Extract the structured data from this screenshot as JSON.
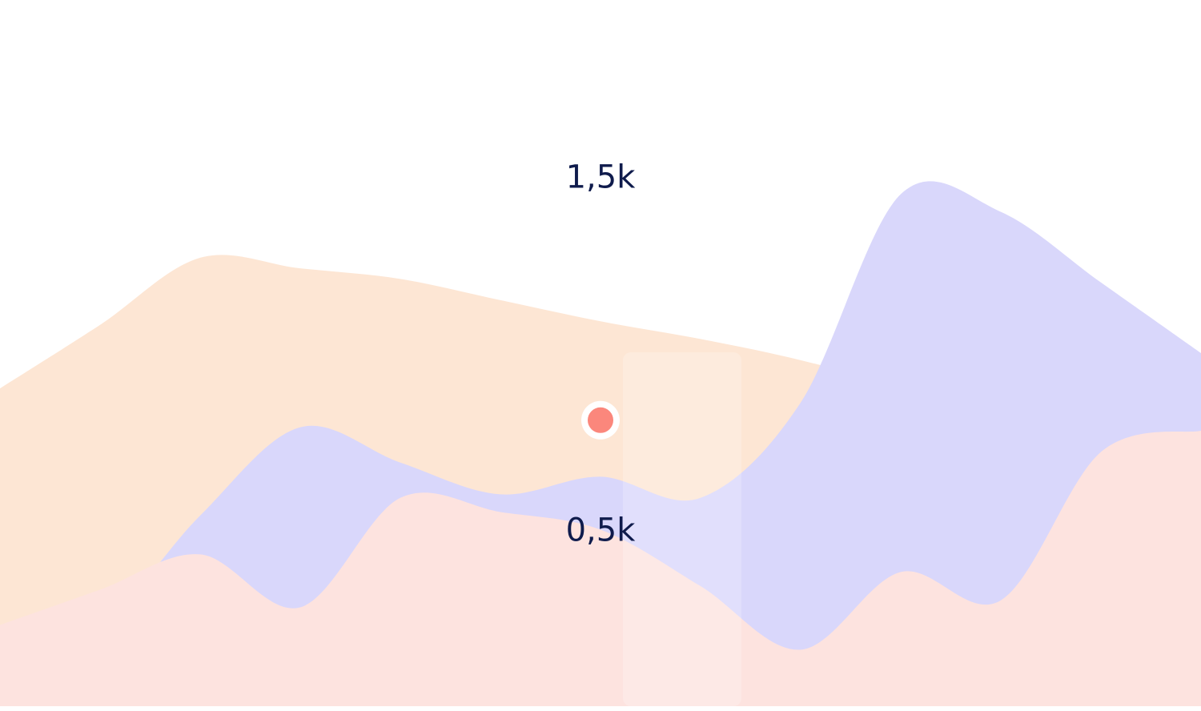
{
  "chart_data": {
    "type": "area",
    "title": "",
    "xlabel": "",
    "ylabel": "",
    "y_tick_labels": [
      "1,5k",
      "0,5k"
    ],
    "y_ticks": [
      1500,
      500
    ],
    "ylim": [
      0,
      2000
    ],
    "grid": false,
    "legend": "none",
    "x": [
      0,
      1,
      2,
      3,
      4,
      5,
      6,
      7,
      8,
      9,
      10,
      11,
      12
    ],
    "highlighted_x": 6,
    "series": [
      {
        "color": "#fde6d4",
        "values": [
          900,
          1080,
          1270,
          1240,
          1210,
          1150,
          1090,
          1040,
          980,
          900,
          790,
          720,
          640
        ],
        "point_value": 810
      },
      {
        "color": "#d9d7fb",
        "values": [
          180,
          230,
          540,
          790,
          690,
          600,
          650,
          590,
          860,
          1450,
          1400,
          1200,
          1000
        ],
        "point_value": null
      },
      {
        "color": "#fde3df",
        "values": [
          230,
          330,
          430,
          280,
          590,
          550,
          500,
          340,
          160,
          380,
          300,
          720,
          780
        ],
        "point_value": null
      }
    ],
    "highlight_point": {
      "x": 6,
      "value": 810,
      "color": "#fb877c"
    },
    "highlight_band_color": "#ffffff"
  }
}
